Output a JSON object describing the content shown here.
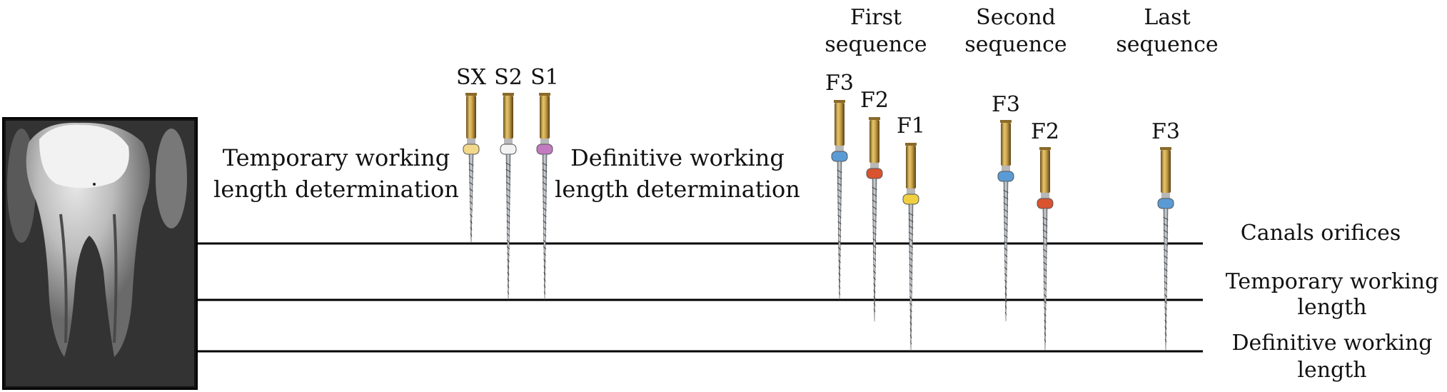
{
  "labels": {
    "temporary_step_line1": "Temporary working",
    "temporary_step_line2": "length determination",
    "definitive_step_line1": "Definitive working",
    "definitive_step_line2": "length determination",
    "first_seq_line1": "First",
    "first_seq_line2": "sequence",
    "second_seq_line1": "Second",
    "second_seq_line2": "sequence",
    "last_seq_line1": "Last",
    "last_seq_line2": "sequence",
    "canals_orifices": "Canals orifices",
    "temp_wl_line1": "Temporary working",
    "temp_wl_line2": "length",
    "def_wl_line1": "Definitive working",
    "def_wl_line2": "length"
  },
  "files": [
    {
      "id": "sx",
      "label": "SX",
      "band_color": "#f2d98a",
      "depth": "orifice"
    },
    {
      "id": "s2",
      "label": "S2",
      "band_color": "#f3f3f3",
      "depth": "temporary"
    },
    {
      "id": "s1",
      "label": "S1",
      "band_color": "#c27bc0",
      "depth": "temporary"
    },
    {
      "id": "f3a",
      "label": "F3",
      "band_color": "#5b9bd5",
      "depth": "temporary"
    },
    {
      "id": "f2a",
      "label": "F2",
      "band_color": "#d9532f",
      "depth": "between"
    },
    {
      "id": "f1a",
      "label": "F1",
      "band_color": "#f0d040",
      "depth": "definitive"
    },
    {
      "id": "f3b",
      "label": "F3",
      "band_color": "#5b9bd5",
      "depth": "between"
    },
    {
      "id": "f2b",
      "label": "F2",
      "band_color": "#d9532f",
      "depth": "definitive"
    },
    {
      "id": "f3c",
      "label": "F3",
      "band_color": "#5b9bd5",
      "depth": "definitive"
    }
  ],
  "colors": {
    "handle_gold": "#c9a24a",
    "handle_dark": "#6b4e1a",
    "shaft": "#9aa0a6",
    "line": "#000000"
  }
}
